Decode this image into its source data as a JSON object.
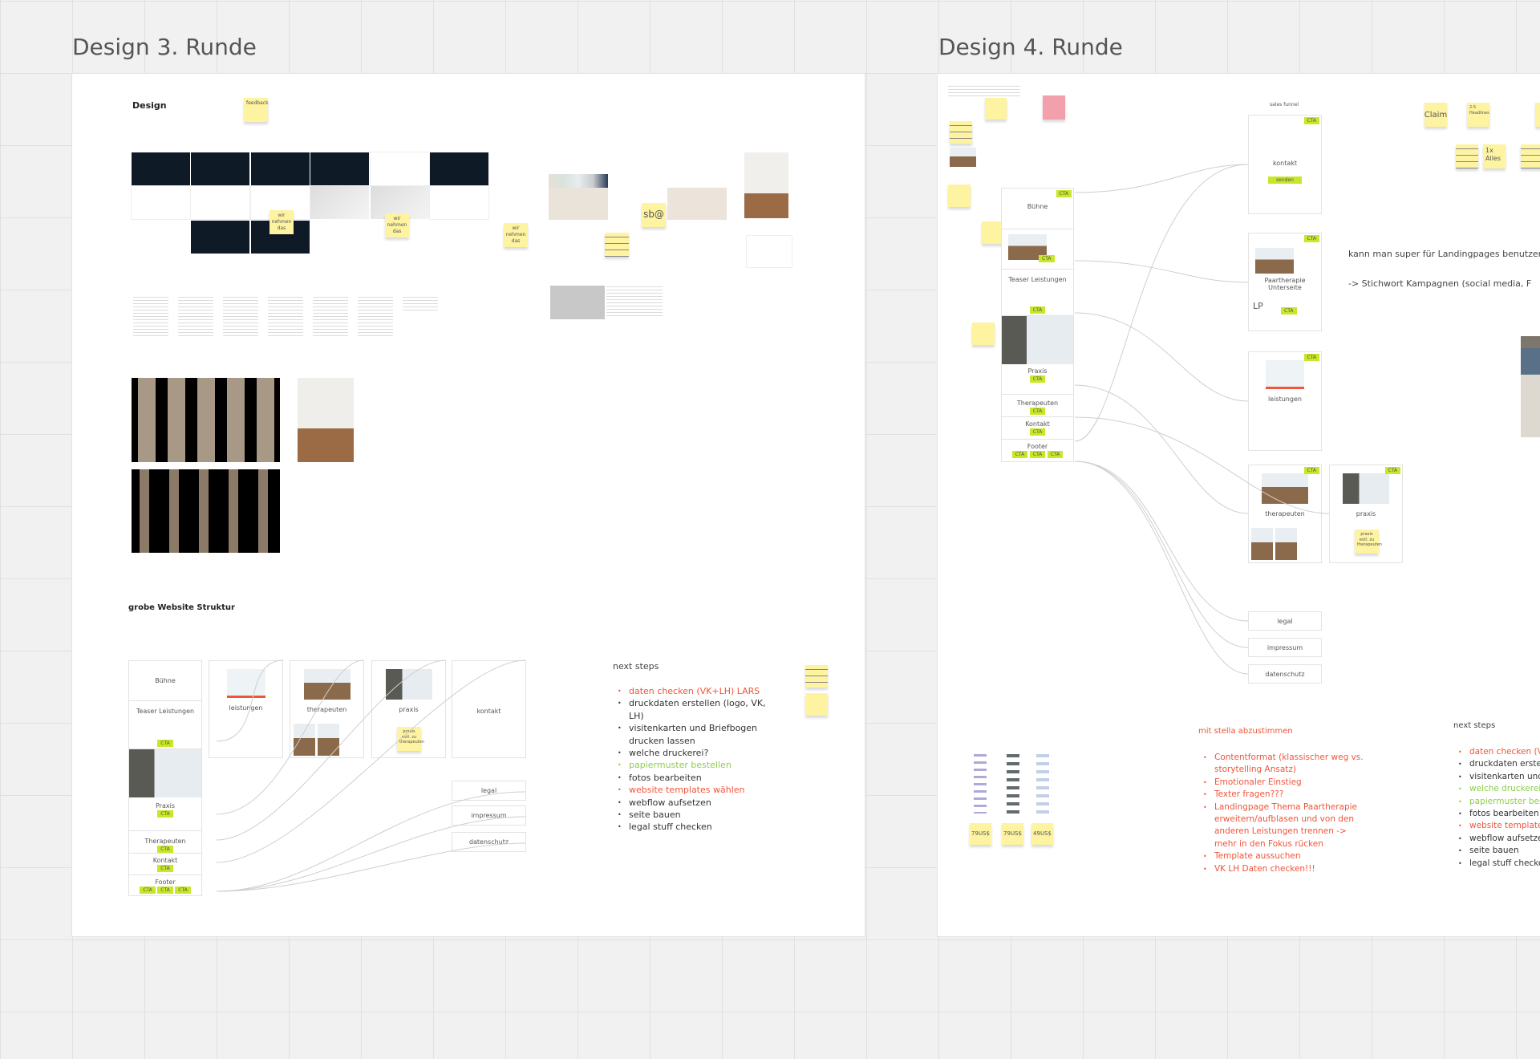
{
  "colors": {
    "accent_cta": "#c8e62a",
    "sticky": "#fdf3a0",
    "sticky_pink": "#f2a0ac",
    "red_text": "#f0553a",
    "green_text": "#8ccf4d"
  },
  "round3": {
    "title": "Design 3. Runde",
    "design_heading": "Design",
    "feedback_sticky": "feedback",
    "slide_stickies": [
      "wir nehmen das",
      "wir nehmen das",
      "wir nehmen das"
    ],
    "sb_sticky": "sb@",
    "structure_heading": "grobe Website Struktur",
    "homepage_sections": [
      {
        "label": "Bühne"
      },
      {
        "label": "Teaser Leistungen",
        "cta": "CTA"
      },
      {
        "label": "Praxis",
        "cta": "CTA"
      },
      {
        "label": "Therapeuten",
        "cta": "CTA"
      },
      {
        "label": "Kontakt",
        "cta": "CTA"
      },
      {
        "label": "Footer",
        "cta": "CTA"
      }
    ],
    "pages": [
      "leistungen",
      "therapeuten",
      "praxis",
      "kontakt"
    ],
    "praxis_sticky": "praxis evtl. zu therapeuten",
    "legal_pages": [
      "legal",
      "impressum",
      "datenschutz"
    ],
    "next_steps": {
      "heading": "next steps",
      "items": [
        {
          "text": "daten checken (VK+LH) LARS",
          "color": "red"
        },
        {
          "text": "druckdaten erstellen (logo, VK, LH)",
          "color": "dark"
        },
        {
          "text": "visitenkarten und Briefbogen drucken lassen",
          "color": "dark"
        },
        {
          "text": "welche druckerei?",
          "color": "dark"
        },
        {
          "text": "papiermuster bestellen",
          "color": "green"
        },
        {
          "text": "fotos bearbeiten",
          "color": "dark"
        },
        {
          "text": "website templates wählen",
          "color": "red"
        },
        {
          "text": "webflow aufsetzen",
          "color": "dark"
        },
        {
          "text": "seite bauen",
          "color": "dark"
        },
        {
          "text": "legal stuff checken",
          "color": "dark"
        }
      ]
    }
  },
  "round4": {
    "title": "Design 4. Runde",
    "sales_funnel": "sales funnel",
    "homepage_sections": [
      {
        "label": "Bühne",
        "cta": "CTA"
      },
      {
        "label": "",
        "cta": "CTA"
      },
      {
        "label": "Teaser Leistungen",
        "cta": "CTA"
      },
      {
        "label": "Praxis",
        "cta": "CTA"
      },
      {
        "label": "Therapeuten",
        "cta": "CTA"
      },
      {
        "label": "Kontakt",
        "cta": "CTA"
      },
      {
        "label": "Footer",
        "cta": "CTA"
      }
    ],
    "funnel_cards": {
      "kontakt": {
        "label": "kontakt",
        "button": "senden",
        "cta": "CTA"
      },
      "paartherapie": {
        "label": "Paartherapie Unterseite",
        "lp": "LP",
        "cta": "CTA"
      },
      "leistungen": {
        "label": "leistungen",
        "cta": "CTA"
      },
      "therapeuten": {
        "label": "therapeuten",
        "cta": "CTA"
      },
      "praxis": {
        "label": "praxis",
        "cta": "CTA",
        "sticky": "praxis evtl. zu therapeuten"
      }
    },
    "legal_pages": [
      "legal",
      "impressum",
      "datenschutz"
    ],
    "stickies_top": {
      "claim": "Claim",
      "headlines": "2-5 Headlines",
      "alles": "1x Alles"
    },
    "landing_note": "kann man super für Landingpages benutzen",
    "campaign_note": "-> Stichwort Kampagnen (social media, F",
    "template_prices": [
      "79US$",
      "79US$",
      "49US$"
    ],
    "stella": {
      "heading": "mit stella abzustimmen",
      "items": [
        "Contentformat (klassischer weg vs. storytelling Ansatz)",
        "Emotionaler Einstieg",
        "Texter fragen???",
        "Landingpage Thema Paartherapie erweitern/aufblasen und von den anderen Leistungen trennen -> mehr in den Fokus rücken",
        "Template aussuchen",
        "VK LH Daten checken!!!"
      ]
    },
    "next_steps": {
      "heading": "next steps",
      "items": [
        {
          "text": "daten checken (VK+LH) LARS",
          "color": "red"
        },
        {
          "text": "druckdaten erstellen (logo, VK, LH)",
          "color": "dark"
        },
        {
          "text": "visitenkarten und Briefbogen drucken lassen",
          "color": "dark"
        },
        {
          "text": "welche druckerei?",
          "color": "green"
        },
        {
          "text": "papiermuster bestellen",
          "color": "green"
        },
        {
          "text": "fotos bearbeiten",
          "color": "dark"
        },
        {
          "text": "website templates wählen",
          "color": "red"
        },
        {
          "text": "webflow aufsetzen",
          "color": "dark"
        },
        {
          "text": "seite bauen",
          "color": "dark"
        },
        {
          "text": "legal stuff checken",
          "color": "dark"
        }
      ]
    }
  }
}
